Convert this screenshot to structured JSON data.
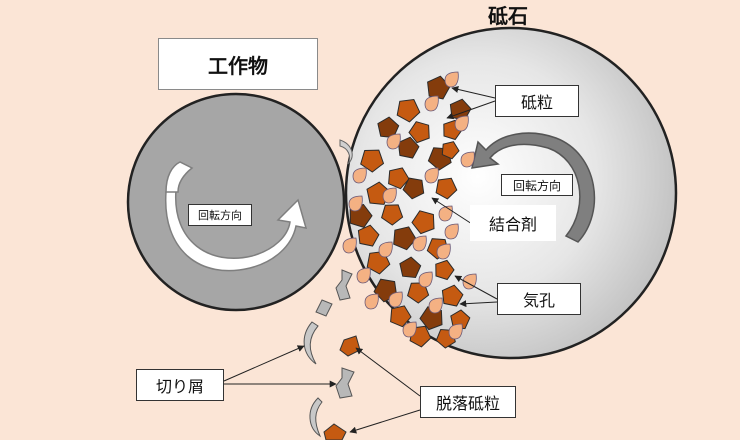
{
  "labels": {
    "grinding_wheel": "砥石",
    "workpiece": "工作物",
    "abrasive_grain": "砥粒",
    "bond": "結合剤",
    "pore": "気孔",
    "chips": "切り屑",
    "detached_grains": "脱落砥粒",
    "workpiece_rotation": "回転方向",
    "wheel_rotation": "回転方向"
  },
  "colors": {
    "background": "#fbe5d6",
    "workpiece_fill": "#a6a6a6",
    "wheel_fill_light": "#f7f7f7",
    "wheel_fill_dark": "#c0c0c0",
    "grain_fill": "#c55a11",
    "grain_dark_fill": "#843c0c",
    "pore_fill": "#f4b183",
    "rotation_arrow_workpiece": "#ffffff",
    "rotation_arrow_wheel": "#7f7f7f",
    "chip_fill": "#a6a6a6"
  }
}
